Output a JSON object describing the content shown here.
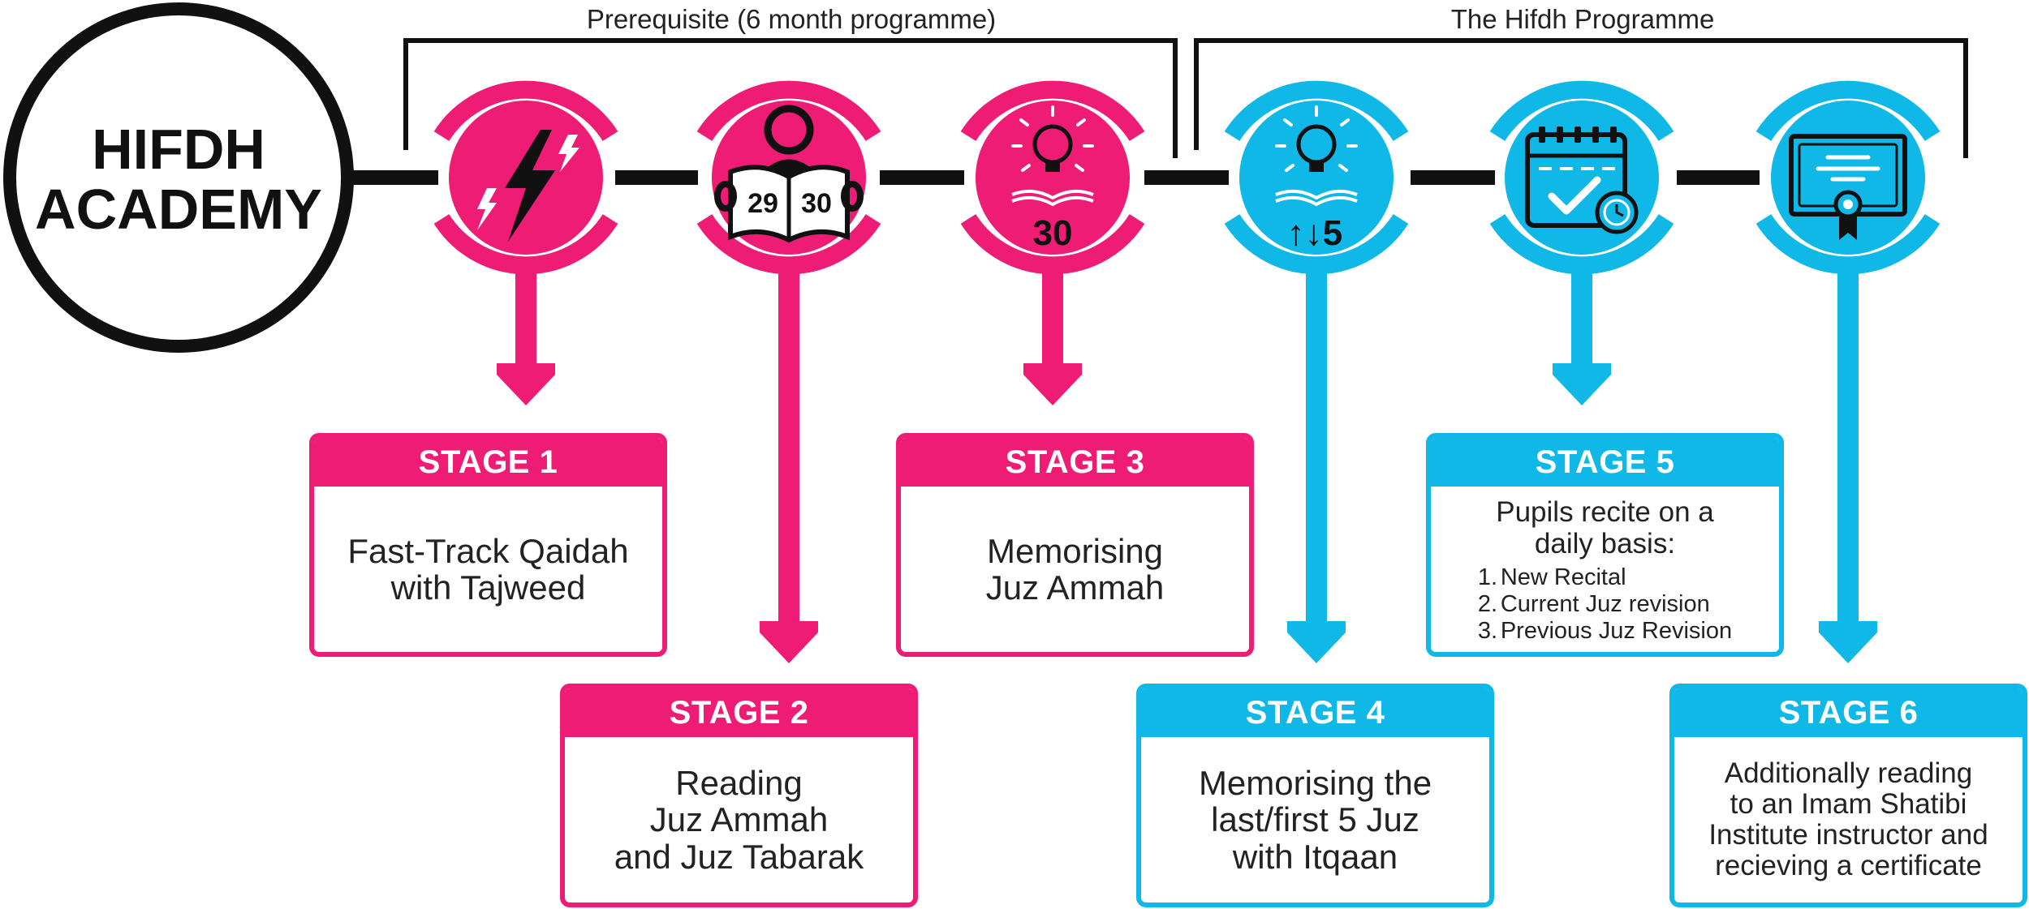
{
  "brand": {
    "line1": "HIFDH",
    "line2": "ACADEMY"
  },
  "groups": {
    "prerequisite": "Prerequisite (6 month programme)",
    "hifdh": "The Hifdh Programme"
  },
  "colors": {
    "pink": "#ee1c74",
    "blue": "#10b8e8",
    "dark": "#111111"
  },
  "icons": {
    "lightning": "lightning-bolt-icon",
    "reader": "person-reading-book-icon",
    "bulb30": "lightbulb-book-icon",
    "bulb5": "lightbulb-book-icon",
    "calendar": "calendar-check-clock-icon",
    "certificate": "certificate-icon"
  },
  "icon_labels": {
    "juz29": "29",
    "juz30": "30",
    "stage3": "30",
    "stage4": "↑↓5"
  },
  "stages": {
    "s1": {
      "title": "STAGE 1",
      "lines": [
        "Fast-Track Qaidah",
        "with Tajweed"
      ]
    },
    "s2": {
      "title": "STAGE 2",
      "lines": [
        "Reading",
        "Juz Ammah",
        "and Juz Tabarak"
      ]
    },
    "s3": {
      "title": "STAGE 3",
      "lines": [
        "Memorising",
        "Juz Ammah"
      ]
    },
    "s4": {
      "title": "STAGE 4",
      "lines": [
        "Memorising the",
        "last/first 5 Juz",
        "with Itqaan"
      ]
    },
    "s5": {
      "title": "STAGE 5",
      "intro": [
        "Pupils recite on a",
        "daily basis:"
      ],
      "items": [
        {
          "num": "1.",
          "text": "New Recital"
        },
        {
          "num": "2.",
          "text": "Current Juz revision"
        },
        {
          "num": "3.",
          "text": "Previous Juz Revision"
        }
      ]
    },
    "s6": {
      "title": "STAGE 6",
      "lines": [
        "Additionally reading",
        "to an Imam Shatibi",
        "Institute instructor and",
        "recieving a certificate"
      ]
    }
  }
}
